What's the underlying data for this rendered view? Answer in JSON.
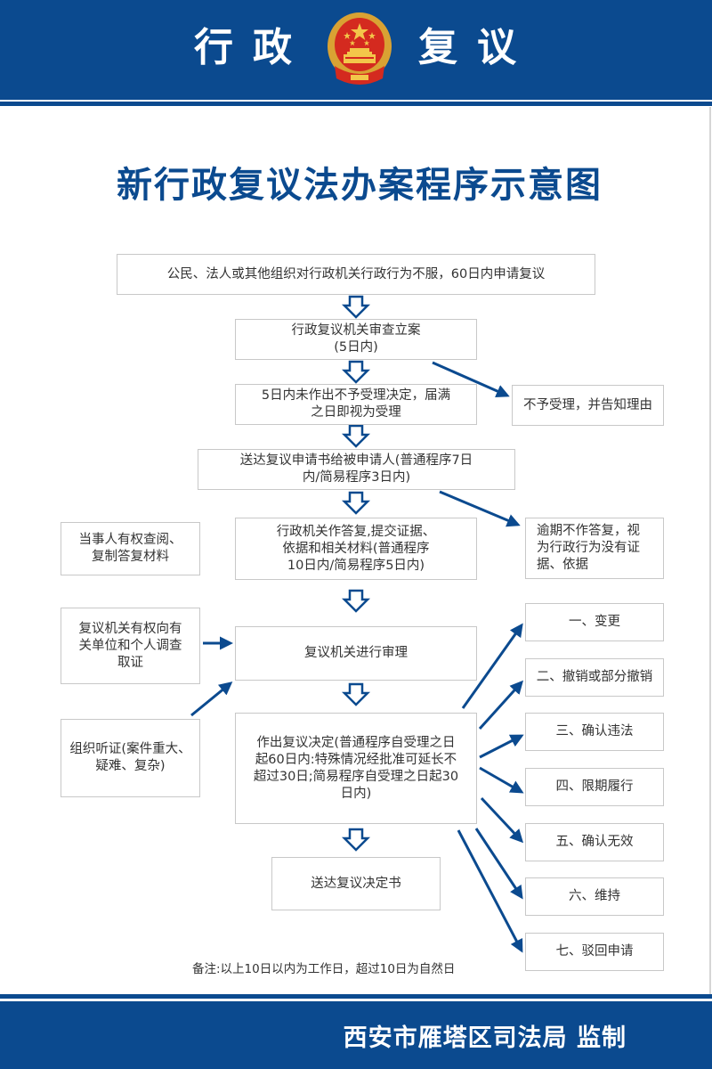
{
  "header": {
    "title_left": "行政",
    "title_right": "复议",
    "emblem_icon": "national-emblem-icon"
  },
  "page_title": "新行政复议法办案程序示意图",
  "flow": {
    "step1": "公民、法人或其他组织对行政机关行政行为不服，60日内申请复议",
    "step2": "行政复议机关审查立案\n(5日内)",
    "step3": "5日内未作出不予受理决定，届满\n之日即视为受理",
    "reject": "不予受理，并告知理由",
    "step4": "送达复议申请书给被申请人(普通程序7日\n内/简易程序3日内)",
    "step5": "行政机关作答复,提交证据、\n依据和相关材料(普通程序\n10日内/简易程序5日内)",
    "overdue": "逾期不作答复，视\n为行政行为没有证\n据、依据",
    "party_right": "当事人有权查阅、\n复制答复材料",
    "investigate": "复议机关有权向有\n关单位和个人调查\n取证",
    "hearing": "组织听证(案件重大、\n疑难、复杂)",
    "step6": "复议机关进行审理",
    "step7": "作出复议决定(普通程序自受理之日\n起60日内:特殊情况经批准可延长不\n超过30日;简易程序自受理之日起30\n日内)",
    "step8": "送达复议决定书",
    "outcomes": [
      "一、变更",
      "二、撤销或部分撤销",
      "三、确认违法",
      "四、限期履行",
      "五、确认无效",
      "六、维持",
      "七、驳回申请"
    ]
  },
  "note": "备注:以上10日以内为工作日，超过10日为自然日",
  "footer": {
    "issuer": "西安市雁塔区司法局  监制"
  },
  "colors": {
    "brand_blue": "#0b4a8f",
    "box_border": "#c8c8c8",
    "text": "#333333"
  }
}
